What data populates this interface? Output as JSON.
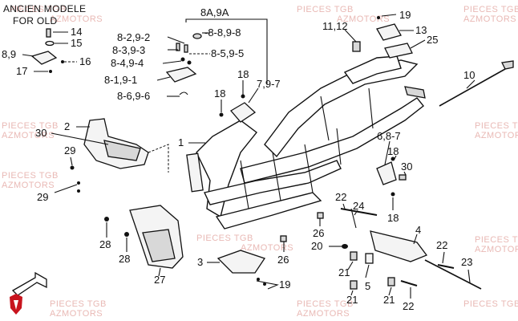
{
  "header": {
    "line1": "ANCIEN MODELE",
    "line2": "FOR OLD"
  },
  "watermarks": [
    "PIECES TGB",
    "AZMOTORS",
    "PIECES TGB",
    "AZMOTORS",
    "PIECES TGB",
    "AZMOTORS",
    "PIECES TGB",
    "AZMOTORS",
    "PIECES TGB",
    "AZMOTORS",
    "PIECES TGB",
    "AZMOTORS",
    "PIECES TGB",
    "AZMOTORS",
    "PIECES TGB",
    "AZMOTORS",
    "PIECES TGB",
    "AZMOTORS",
    "PIECES TGB",
    "AZMOTORS",
    "PIECES TGB",
    "AZMOTORS"
  ],
  "labels": {
    "l8a9a": "8A,9A",
    "l14": "14",
    "l15": "15",
    "l89": "8,9",
    "l16": "16",
    "l17": "17",
    "l8292": "8-2,9-2",
    "l8898": "-8-8,9-8",
    "l8393": "8-3,9-3",
    "l8595": "8-5,9-5",
    "l8494": "8-4,9-4",
    "l8191": "8-1,9-1",
    "l8696": "8-6,9-6",
    "l1112": "11,12",
    "l19a": "19",
    "l13": "13",
    "l25": "25",
    "l10": "10",
    "l18a": "18",
    "l797": "7,9-7",
    "l18b": "18",
    "l2": "2",
    "l30a": "30",
    "l29a": "29",
    "l29b": "29",
    "l1": "1",
    "l687": "6,8-7",
    "l18c": "18",
    "l30b": "30",
    "l18d": "18",
    "l22a": "22",
    "l24": "24",
    "l26a": "26",
    "l28a": "28",
    "l28b": "28",
    "l27": "27",
    "l26b": "26",
    "l20": "20",
    "l4": "4",
    "l22b": "22",
    "l21a": "21",
    "l21b": "21",
    "l5": "5",
    "l21c": "21",
    "l22c": "22",
    "l23": "23",
    "l3": "3",
    "l19b": "19"
  },
  "icons": {
    "logo": "shield-logo-icon",
    "direction": "front-arrow-icon"
  },
  "colors": {
    "watermark": "#e9b9b5",
    "logo": "#c8141e",
    "ink": "#111111"
  }
}
